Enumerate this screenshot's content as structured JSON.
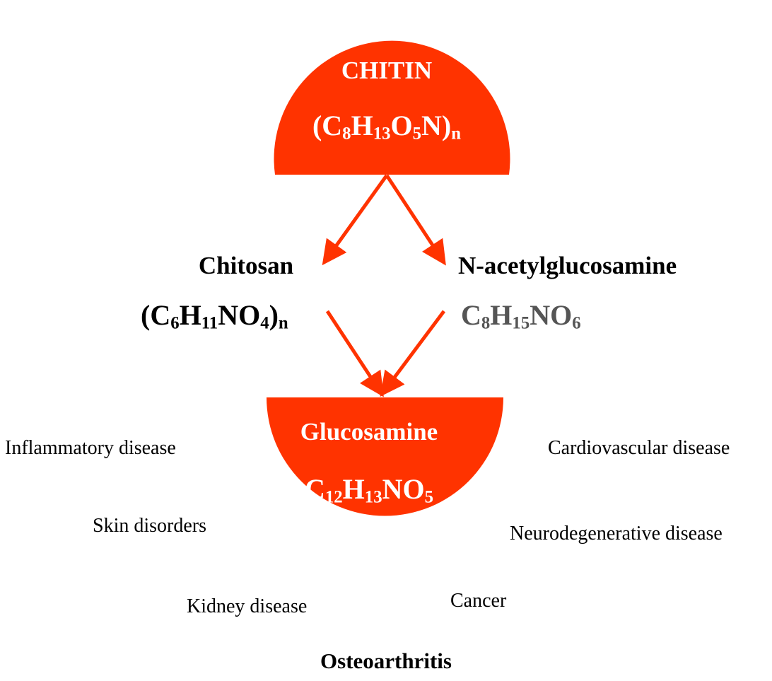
{
  "colors": {
    "accent": "#ff3300",
    "text": "#000000",
    "node_text": "#ffffff",
    "muted": "#555555"
  },
  "chitin": {
    "name": "CHITIN",
    "formula": [
      "(C",
      "8",
      "H",
      "13",
      "O",
      "5",
      "N)",
      "n"
    ]
  },
  "chitosan": {
    "name": "Chitosan",
    "formula": [
      "(C",
      "6",
      "H",
      "11",
      "NO",
      "4",
      ")",
      "n"
    ]
  },
  "nag": {
    "name": "N-acetylglucosamine",
    "formula": [
      "C",
      "8",
      "H",
      "15",
      "NO",
      "6"
    ]
  },
  "glucosamine": {
    "name": "Glucosamine",
    "formula": [
      "C",
      "12",
      "H",
      "13",
      "NO",
      "5"
    ]
  },
  "diseases": {
    "inflammatory": "Inflammatory disease",
    "skin": "Skin disorders",
    "kidney": "Kidney disease",
    "cardiovascular": "Cardiovascular disease",
    "neurodegenerative": "Neurodegenerative disease",
    "cancer": "Cancer",
    "osteoarthritis": "Osteoarthritis"
  }
}
